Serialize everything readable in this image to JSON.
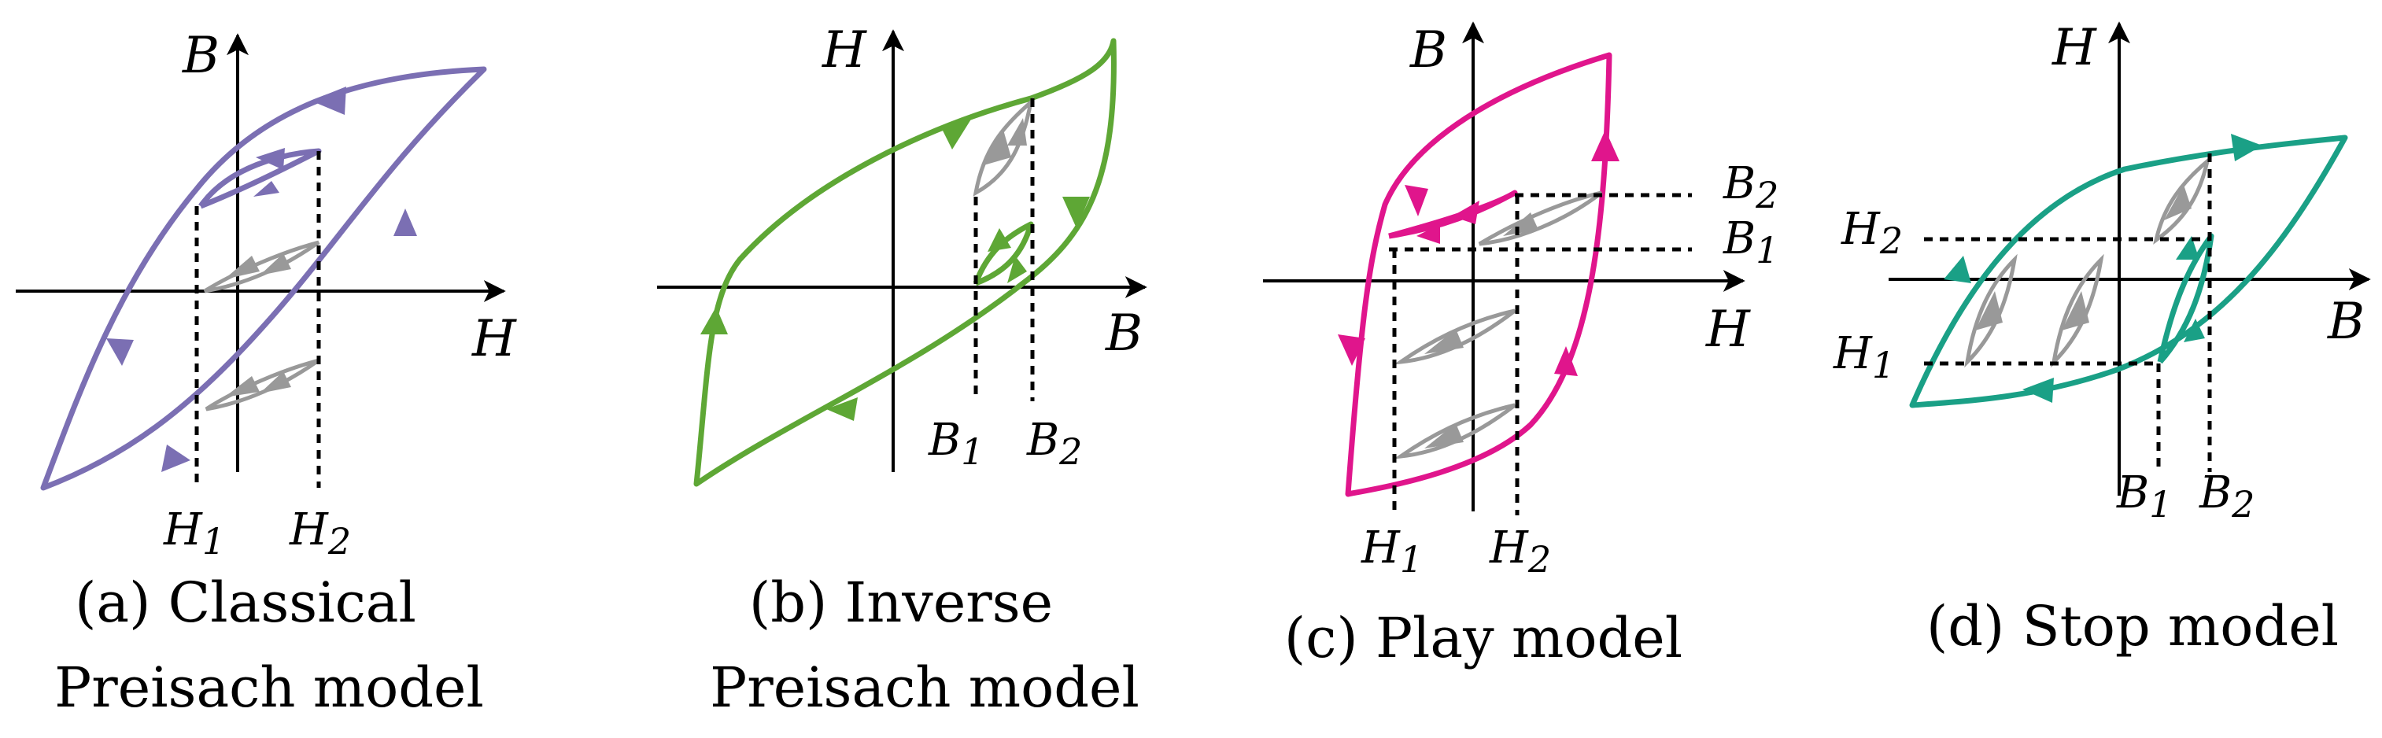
{
  "colors": {
    "classical": "#7b6fb3",
    "inverse": "#5ea735",
    "play": "#e0158c",
    "stop": "#1aa086",
    "minor_loop": "#999999",
    "axis": "#000000"
  },
  "panels": [
    {
      "id": "a",
      "x_axis": "H",
      "y_axis": "B",
      "marker_1": "H",
      "marker_1_sub": "1",
      "marker_2": "H",
      "marker_2_sub": "2",
      "caption_line1": "(a) Classical",
      "caption_line2": "Preisach model"
    },
    {
      "id": "b",
      "x_axis": "B",
      "y_axis": "H",
      "marker_1": "B",
      "marker_1_sub": "1",
      "marker_2": "B",
      "marker_2_sub": "2",
      "caption_line1": "(b) Inverse",
      "caption_line2": "Preisach model"
    },
    {
      "id": "c",
      "x_axis": "H",
      "y_axis": "B",
      "marker_1": "H",
      "marker_1_sub": "1",
      "marker_2": "H",
      "marker_2_sub": "2",
      "level_1": "B",
      "level_1_sub": "1",
      "level_2": "B",
      "level_2_sub": "2",
      "caption_line1": "(c) Play model"
    },
    {
      "id": "d",
      "x_axis": "B",
      "y_axis": "H",
      "marker_1": "B",
      "marker_1_sub": "1",
      "marker_2": "B",
      "marker_2_sub": "2",
      "level_1": "H",
      "level_1_sub": "1",
      "level_2": "H",
      "level_2_sub": "2",
      "caption_line1": "(d) Stop model"
    }
  ]
}
